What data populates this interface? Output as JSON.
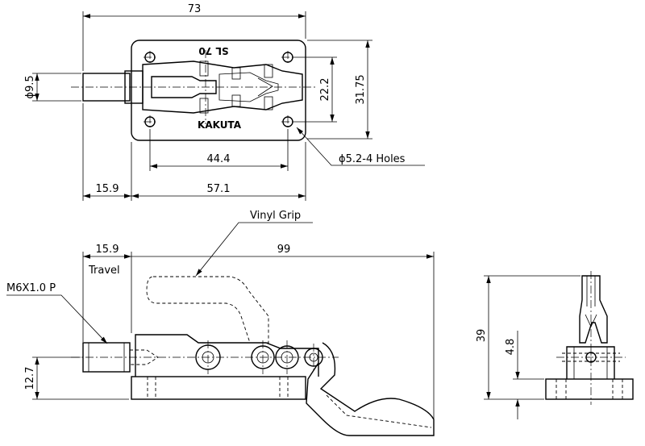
{
  "dimensions": {
    "overall_length": "73",
    "plunger_offset_top": "15.9",
    "base_length": "57.1",
    "hole_spacing_x": "44.4",
    "hole_spacing_y": "22.2",
    "base_width": "31.75",
    "plunger_dia": "ϕ9.5",
    "holes": "ϕ5.2-4 Holes",
    "travel_value": "15.9",
    "travel_label": "Travel",
    "total_length": "99",
    "thread": "M6X1.0 P",
    "plunger_height": "12.7",
    "total_height": "39",
    "base_thickness": "4.8"
  },
  "labels": {
    "grip": "Vinyl Grip",
    "model_mark": "SL 70",
    "brand_mark": "KAKUTA"
  }
}
